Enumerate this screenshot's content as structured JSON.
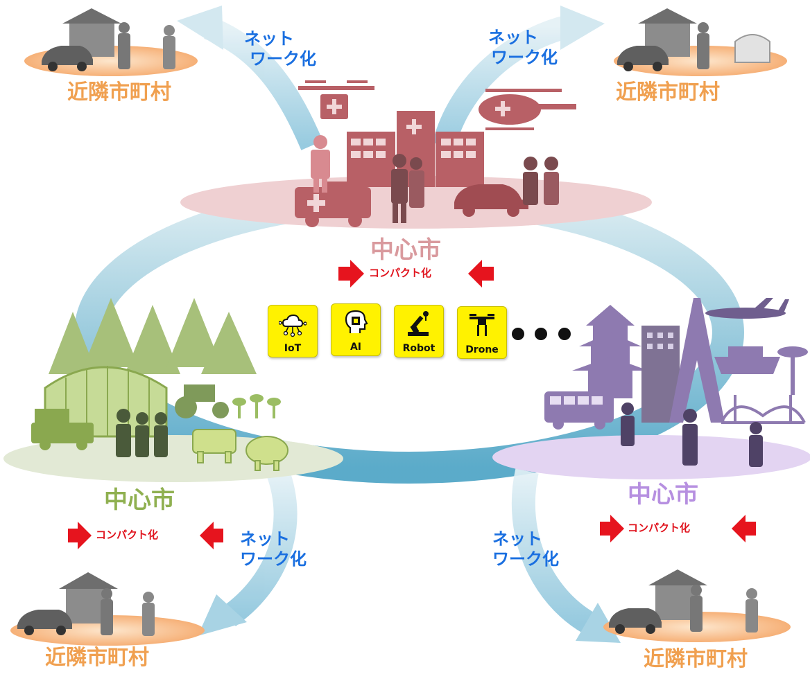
{
  "colors": {
    "town_label": "#f0a050",
    "network_label": "#1a6fe0",
    "compact_label": "#e0141e",
    "hub_top": "#d99a9e",
    "hub_left": "#8fb050",
    "hub_right": "#b68fe0",
    "tech_tile": "#fff200"
  },
  "towns": {
    "top_left": "近隣市町村",
    "top_right": "近隣市町村",
    "bottom_left": "近隣市町村",
    "bottom_right": "近隣市町村"
  },
  "network": {
    "top_left": [
      "ネット",
      "ワーク化"
    ],
    "top_right": [
      "ネット",
      "ワーク化"
    ],
    "bottom_left": [
      "ネット",
      "ワーク化"
    ],
    "bottom_right": [
      "ネット",
      "ワーク化"
    ]
  },
  "hubs": {
    "top": {
      "name": "中心市",
      "compact": "コンパクト化"
    },
    "left": {
      "name": "中心市",
      "compact": "コンパクト化"
    },
    "right": {
      "name": "中心市",
      "compact": "コンパクト化"
    }
  },
  "technologies": [
    {
      "label": "IoT",
      "icon": "cloud-network-icon"
    },
    {
      "label": "AI",
      "icon": "head-chip-icon"
    },
    {
      "label": "Robot",
      "icon": "robot-arm-icon"
    },
    {
      "label": "Drone",
      "icon": "drone-icon"
    }
  ]
}
